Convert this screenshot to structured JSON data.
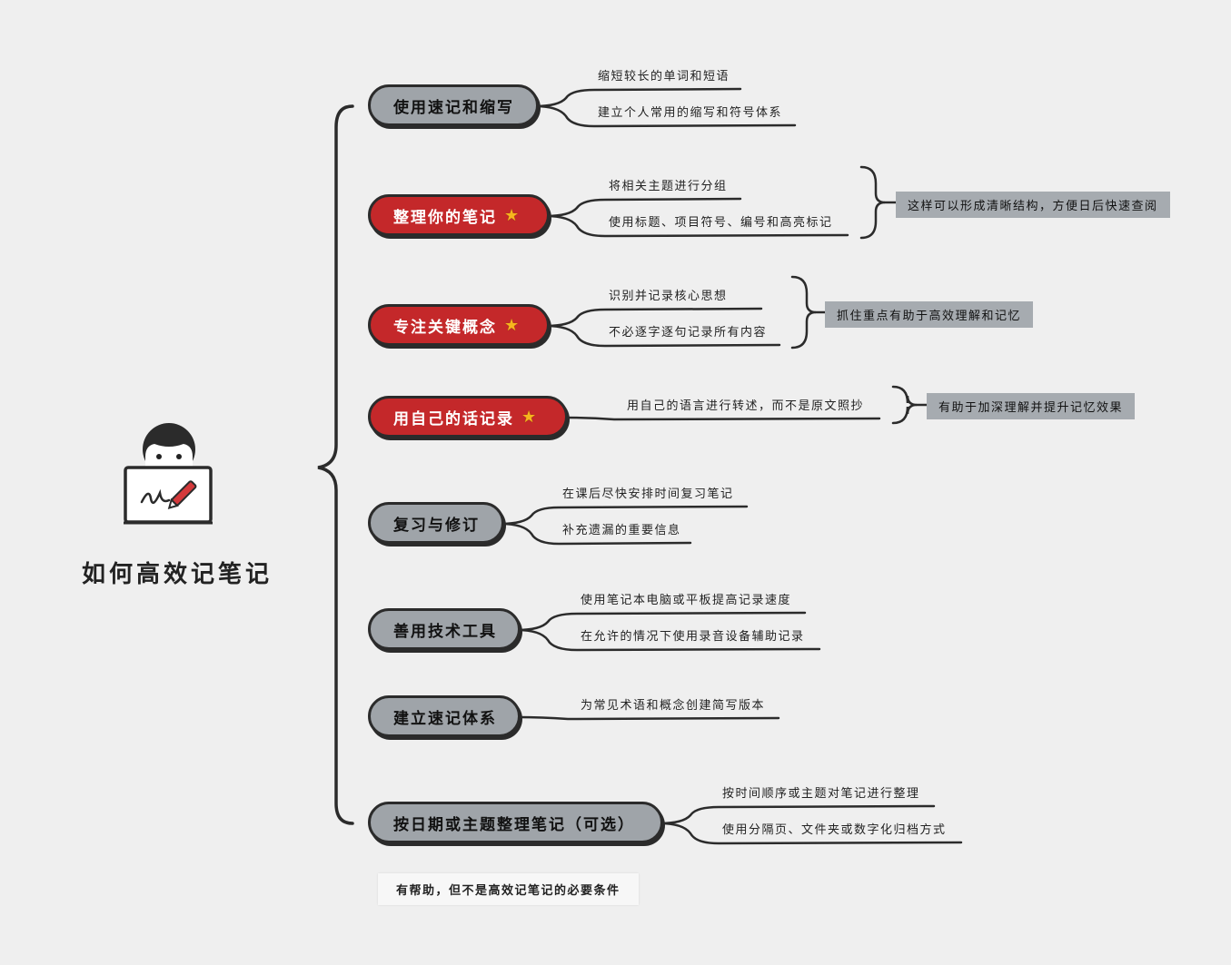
{
  "root": {
    "title": "如何高效记笔记",
    "icon": "person-with-laptop-icon"
  },
  "branches": [
    {
      "label": "使用速记和缩写",
      "highlight": false,
      "starred": false,
      "children": [
        "缩短较长的单词和短语",
        "建立个人常用的缩写和符号体系"
      ]
    },
    {
      "label": "整理你的笔记",
      "highlight": true,
      "starred": true,
      "children": [
        "将相关主题进行分组",
        "使用标题、项目符号、编号和高亮标记"
      ],
      "summary": "这样可以形成清晰结构，方便日后快速查阅"
    },
    {
      "label": "专注关键概念",
      "highlight": true,
      "starred": true,
      "children": [
        "识别并记录核心思想",
        "不必逐字逐句记录所有内容"
      ],
      "summary": "抓住重点有助于高效理解和记忆"
    },
    {
      "label": "用自己的话记录",
      "highlight": true,
      "starred": true,
      "children": [
        "用自己的语言进行转述，而不是原文照抄"
      ],
      "summary": "有助于加深理解并提升记忆效果"
    },
    {
      "label": "复习与修订",
      "highlight": false,
      "starred": false,
      "children": [
        "在课后尽快安排时间复习笔记",
        "补充遗漏的重要信息"
      ]
    },
    {
      "label": "善用技术工具",
      "highlight": false,
      "starred": false,
      "children": [
        "使用笔记本电脑或平板提高记录速度",
        "在允许的情况下使用录音设备辅助记录"
      ]
    },
    {
      "label": "建立速记体系",
      "highlight": false,
      "starred": false,
      "children": [
        "为常见术语和概念创建简写版本"
      ]
    },
    {
      "label": "按日期或主题整理笔记（可选）",
      "highlight": false,
      "starred": false,
      "children": [
        "按时间顺序或主题对笔记进行整理",
        "使用分隔页、文件夹或数字化归档方式"
      ],
      "note": "有帮助，但不是高效记笔记的必要条件"
    }
  ],
  "colors": {
    "background": "#efefef",
    "gray_node": "#9fa4a9",
    "red_node": "#c4282a",
    "summary_bg": "#a6abb0",
    "line": "#2b2b2b",
    "star": "#f6b51e"
  }
}
